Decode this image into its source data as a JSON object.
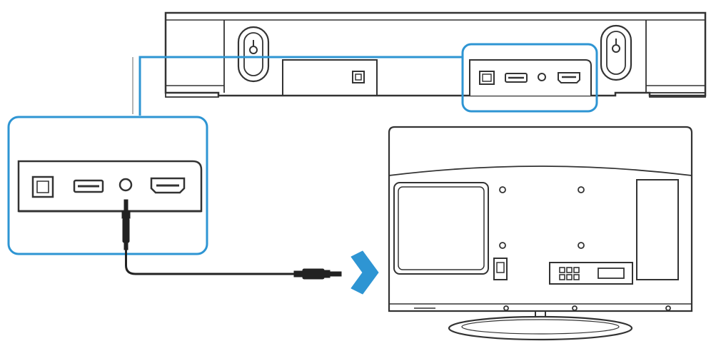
{
  "diagram": {
    "type": "connection-illustration",
    "texts": [],
    "colors": {
      "line": "#333333",
      "light_line": "#9a9a9a",
      "highlight": "#2e95d3",
      "arrow": "#2e95d3",
      "background": "#ffffff"
    },
    "devices": {
      "soundbar": {
        "view": "rear",
        "ports": [
          "optical-port",
          "usb-port",
          "aux-in-jack",
          "hdmi-port"
        ]
      },
      "tv": {
        "view": "rear",
        "ports": [
          "aux-out-jack",
          "av-inputs",
          "hdmi-input"
        ]
      }
    },
    "cable": "3.5mm-aux-cable",
    "icons": [
      "optical-port-icon",
      "usb-port-icon",
      "aux-jack-icon",
      "hdmi-port-icon",
      "keyhole-mount-icon",
      "direction-arrow-icon"
    ]
  }
}
